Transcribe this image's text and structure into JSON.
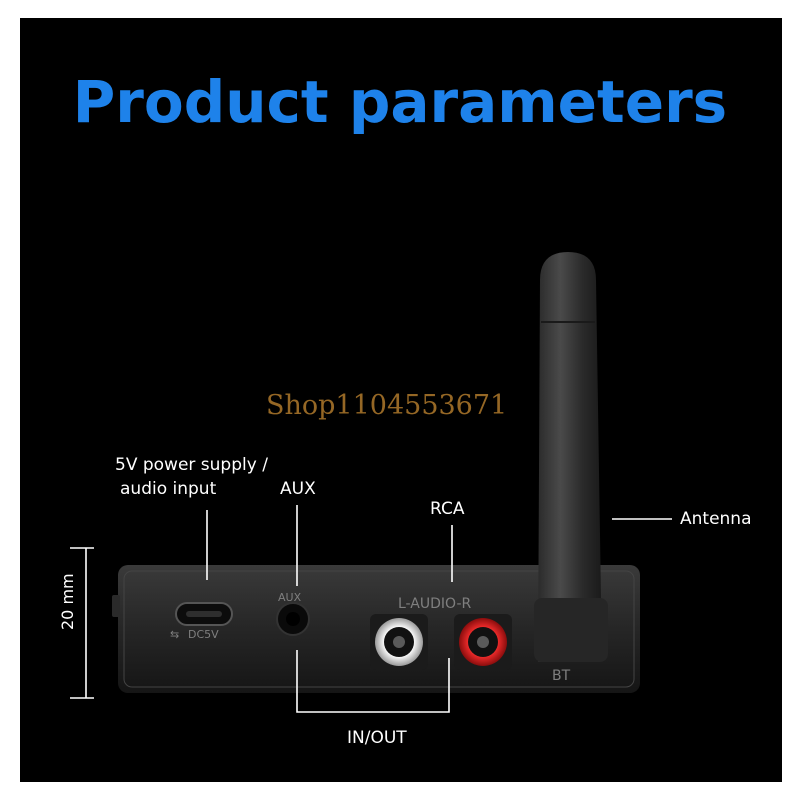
{
  "title": "Product parameters",
  "labels": {
    "power_line1": "5V power supply /",
    "power_line2": "audio input",
    "aux": "AUX",
    "rca": "RCA",
    "antenna": "Antenna",
    "in_out": "IN/OUT",
    "height": "20 mm"
  },
  "device_print": {
    "aux": "AUX",
    "rca_channels": "L-AUDIO-R",
    "dc": "DC5V",
    "bt": "BT"
  },
  "watermark": "Shop1104553671",
  "colors": {
    "title": "#1e82ea",
    "background": "#000000",
    "left_jack_ring": "#e8e8e8",
    "right_jack_ring": "#d81e1e"
  }
}
